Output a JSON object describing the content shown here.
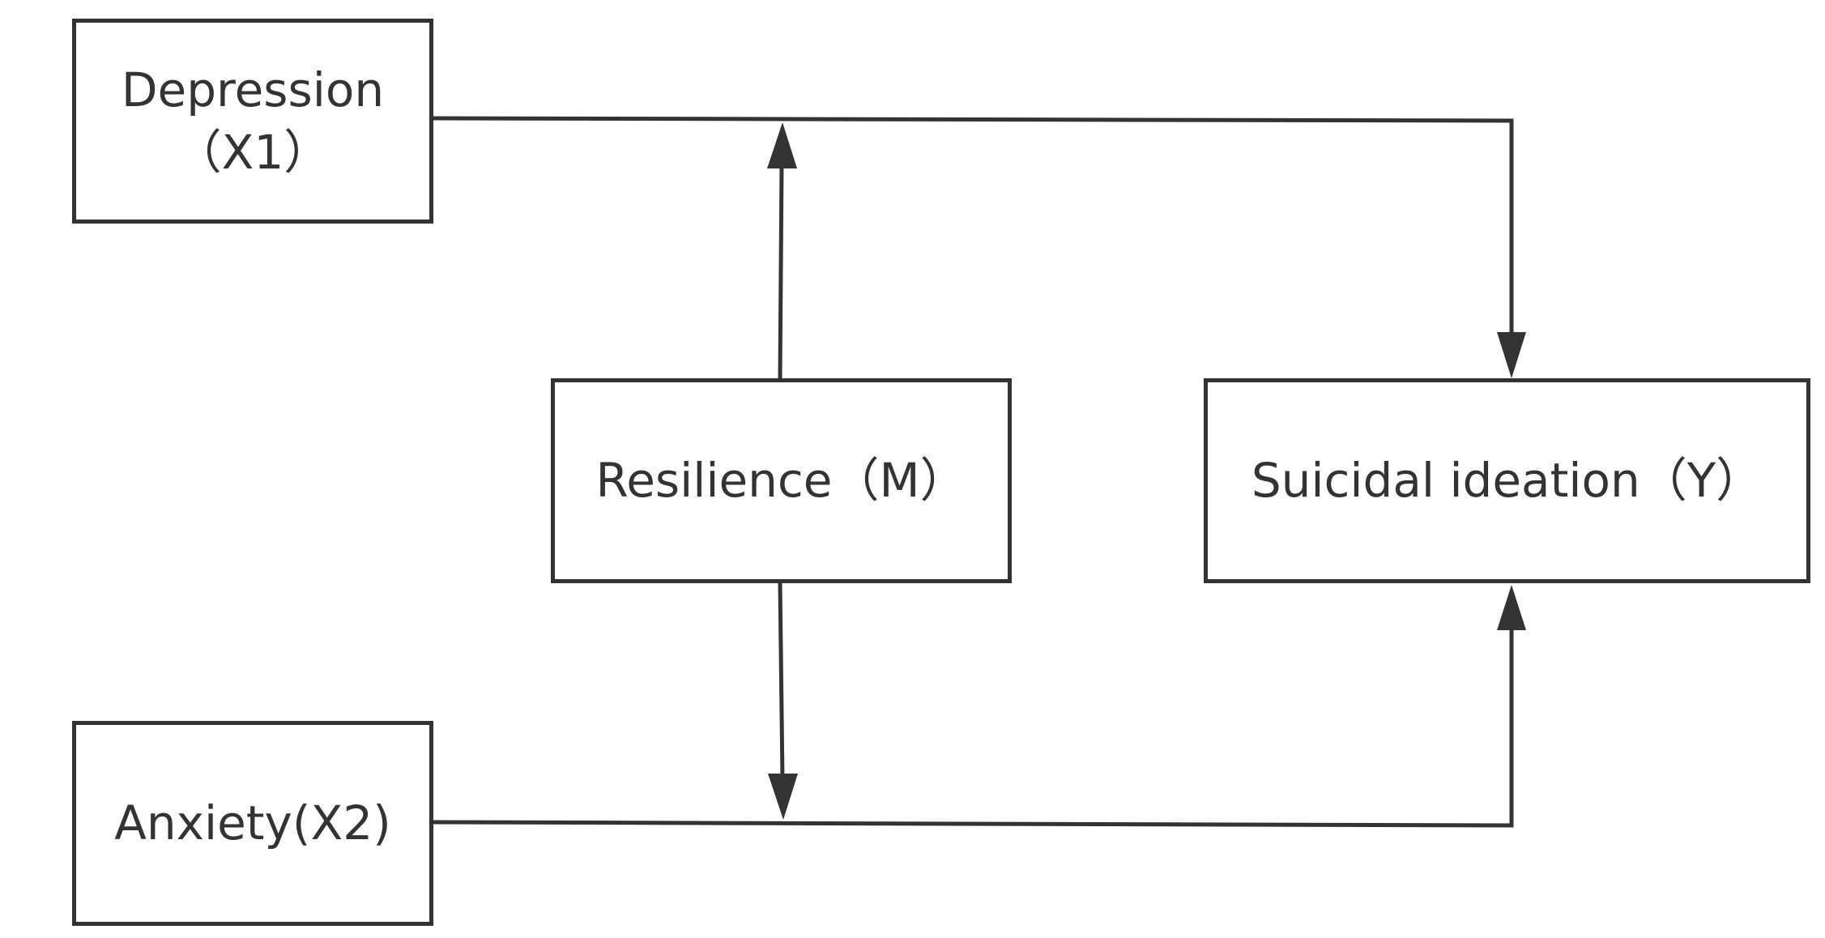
{
  "nodes": {
    "x1": {
      "label": "Depression\n（X1）"
    },
    "x2": {
      "label": "Anxiety(X2)"
    },
    "m": {
      "label": "Resilience（M）"
    },
    "y": {
      "label": "Suicidal ideation（Y）"
    }
  },
  "edges": [
    {
      "from": "x1",
      "to": "y",
      "style": "solid-arrow"
    },
    {
      "from": "x2",
      "to": "y",
      "style": "solid-arrow"
    },
    {
      "from": "m",
      "to": "x1-y path",
      "style": "solid-arrow"
    },
    {
      "from": "m",
      "to": "x2-y path",
      "style": "solid-arrow"
    }
  ],
  "colors": {
    "stroke": "#333333",
    "background": "#ffffff"
  }
}
